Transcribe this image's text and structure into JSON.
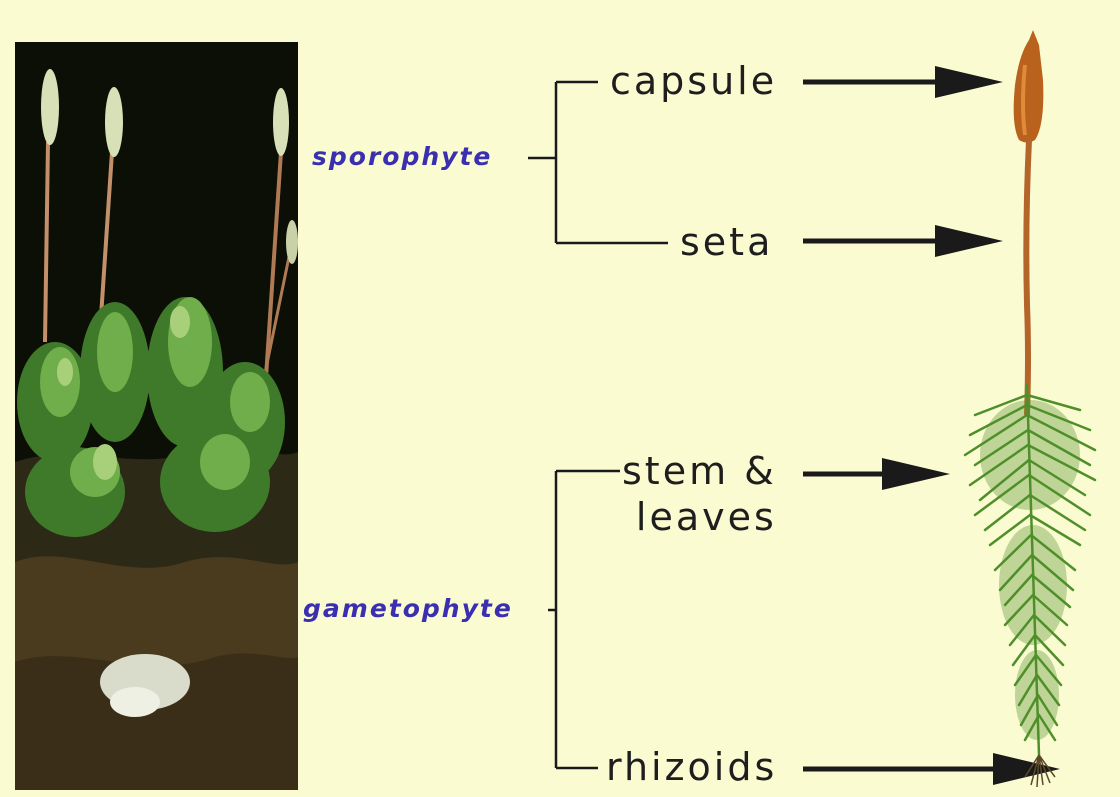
{
  "labels": {
    "sporophyte": "sporophyte",
    "gametophyte": "gametophyte",
    "capsule": "capsule",
    "seta": "seta",
    "stem_line1": "stem &",
    "stem_line2": "leaves",
    "rhizoids": "rhizoids"
  },
  "colors": {
    "background": "#fbfbd2",
    "generation_text": "#3a2fb0",
    "part_text": "#1e1e1e",
    "capsule": "#b8621e",
    "seta": "#b5652a",
    "leaves": "#4f8f2a"
  },
  "illustrations": {
    "left_photo": "moss-colony-photo",
    "right_drawing": "moss-plant-drawing"
  }
}
